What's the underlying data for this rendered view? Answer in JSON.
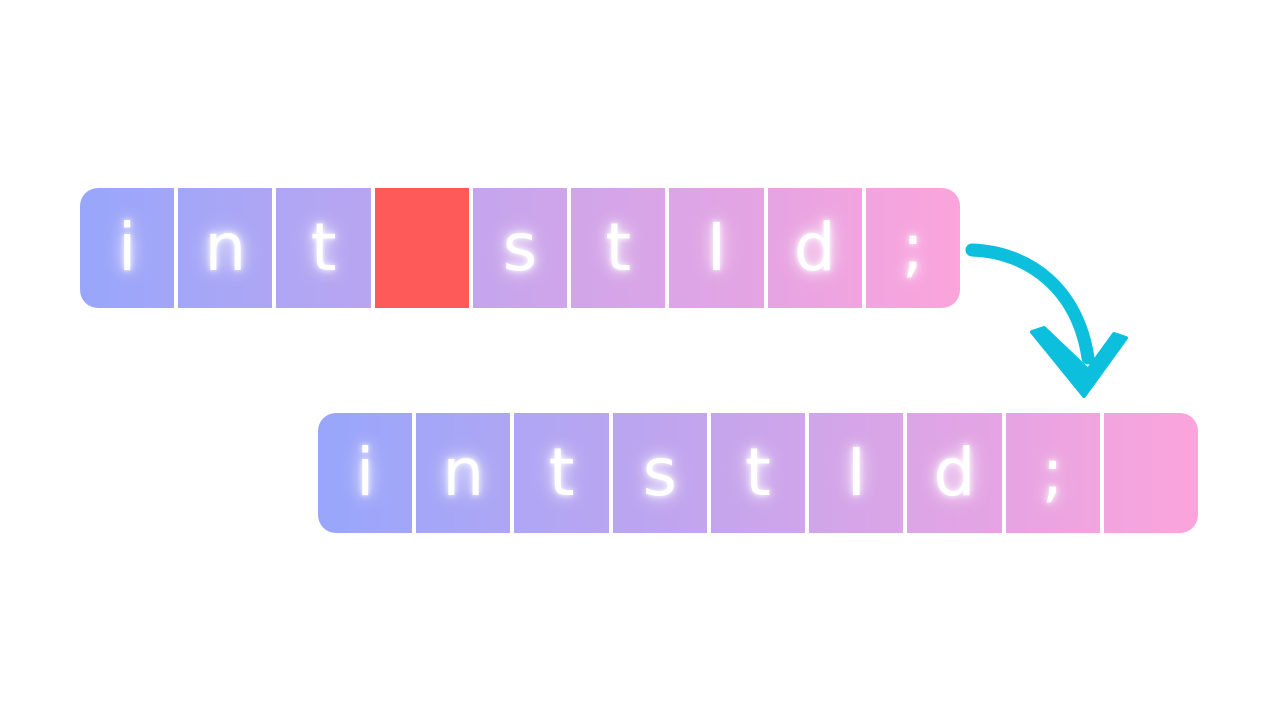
{
  "colors": {
    "gradient_start": "#98a6fb",
    "gradient_end": "#fca4dc",
    "removed_cell": "#ff5a5a",
    "arrow": "#0cc0dd",
    "text": "#ffffff"
  },
  "before": {
    "cells": [
      {
        "char": "i"
      },
      {
        "char": "n"
      },
      {
        "char": "t"
      },
      {
        "char": "",
        "removed": true
      },
      {
        "char": "s"
      },
      {
        "char": "t"
      },
      {
        "char": "I"
      },
      {
        "char": "d"
      },
      {
        "char": ";"
      }
    ]
  },
  "after": {
    "cells": [
      {
        "char": "i"
      },
      {
        "char": "n"
      },
      {
        "char": "t"
      },
      {
        "char": "s"
      },
      {
        "char": "t"
      },
      {
        "char": "I"
      },
      {
        "char": "d"
      },
      {
        "char": ";"
      },
      {
        "char": ""
      }
    ]
  },
  "icons": {
    "arrow": "curved-arrow-down-right"
  }
}
